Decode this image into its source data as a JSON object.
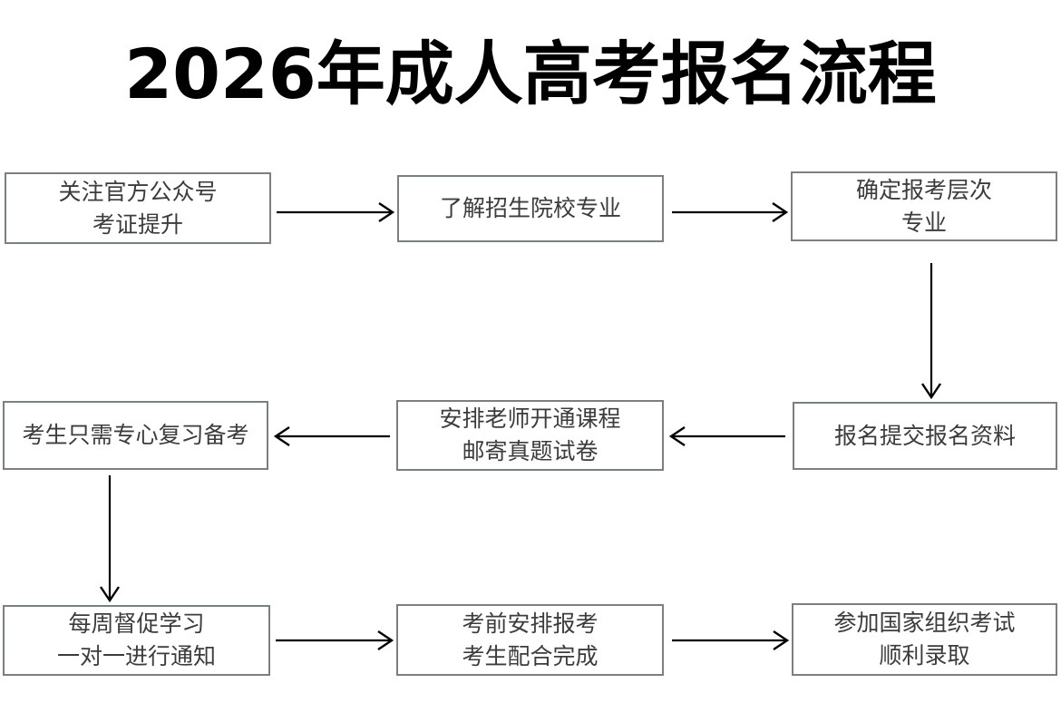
{
  "title": "2026年成人高考报名流程",
  "theme": {
    "background": "#ffffff",
    "box_border": "#7a7f82",
    "box_fill": "#ffffff",
    "box_text": "#3c3c3c",
    "title_color": "#000000",
    "arrow_color": "#000000"
  },
  "flowchart": {
    "type": "process-flow",
    "rows": 3,
    "columns": 3,
    "nodes": [
      {
        "id": "n1",
        "lines": [
          "关注官方公众号",
          "考证提升"
        ]
      },
      {
        "id": "n2",
        "lines": [
          "了解招生院校专业"
        ]
      },
      {
        "id": "n3",
        "lines": [
          "确定报考层次",
          "专业"
        ]
      },
      {
        "id": "n4",
        "lines": [
          "考生只需专心复习备考"
        ]
      },
      {
        "id": "n5",
        "lines": [
          "安排老师开通课程",
          "邮寄真题试卷"
        ]
      },
      {
        "id": "n6",
        "lines": [
          "报名提交报名资料"
        ]
      },
      {
        "id": "n7",
        "lines": [
          "每周督促学习",
          "一对一进行通知"
        ]
      },
      {
        "id": "n8",
        "lines": [
          "考前安排报考",
          "考生配合完成"
        ]
      },
      {
        "id": "n9",
        "lines": [
          "参加国家组织考试",
          "顺利录取"
        ]
      }
    ],
    "edges": [
      {
        "from": "n1",
        "to": "n2",
        "direction": "right"
      },
      {
        "from": "n2",
        "to": "n3",
        "direction": "right"
      },
      {
        "from": "n3",
        "to": "n6",
        "direction": "down"
      },
      {
        "from": "n6",
        "to": "n5",
        "direction": "left"
      },
      {
        "from": "n5",
        "to": "n4",
        "direction": "left"
      },
      {
        "from": "n4",
        "to": "n7",
        "direction": "down"
      },
      {
        "from": "n7",
        "to": "n8",
        "direction": "right"
      },
      {
        "from": "n8",
        "to": "n9",
        "direction": "right"
      }
    ]
  }
}
